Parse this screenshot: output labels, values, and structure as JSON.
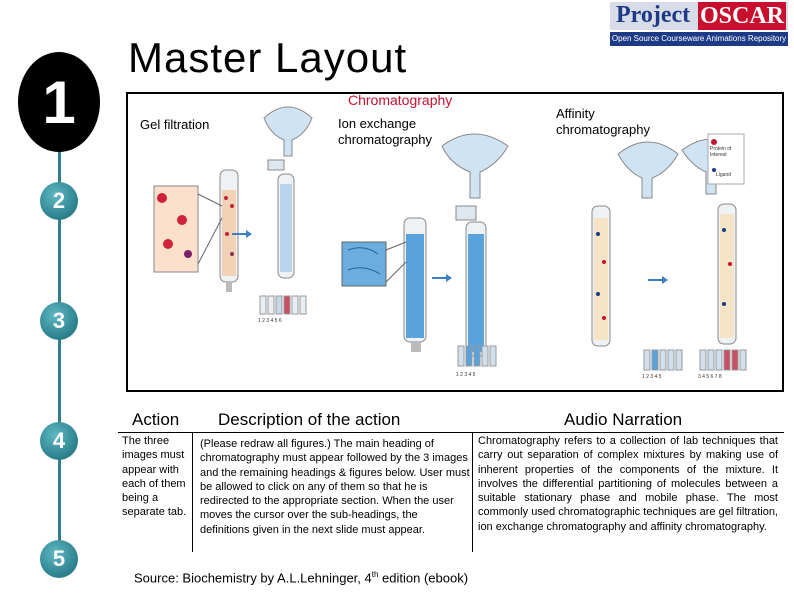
{
  "slide": {
    "numbers": [
      "1",
      "2",
      "3",
      "4",
      "5"
    ],
    "title": "Master Layout"
  },
  "logo": {
    "name_part1": "Project",
    "name_part2": "OSCAR",
    "tagline": "Open Source Courseware Animations Repository"
  },
  "figure": {
    "main_heading": "Chromatography",
    "labels": {
      "gel": "Gel filtration",
      "ion": "Ion exchange chromatography",
      "affinity": "Affinity chromatography"
    },
    "legend": {
      "protein": "Protein of Interest",
      "ligand": "Ligand"
    },
    "tube_numbers_gel": "1 2 3 4 5 6",
    "tube_numbers_ion": "1 2 3 4 5",
    "tube_numbers_aff1": "1 2 3 4 5",
    "tube_numbers_aff2": "3 4 5 6 7 8"
  },
  "table": {
    "headers": {
      "action": "Action",
      "description": "Description of the action",
      "audio": "Audio Narration"
    },
    "action_text": "The three images must appear with each of them being a separate tab.",
    "description_text": "(Please redraw all figures.) The main heading of chromatography must appear followed by the 3 images and the remaining headings & figures below. User must be allowed to click on any of them so that he is redirected to the appropriate section. When the user moves the cursor over the sub-headings, the definitions given in the next slide must appear.",
    "audio_text": "Chromatography refers to a collection of lab techniques that carry out separation of complex mixtures by making use of inherent properties of the components of the mixture. It involves the differential partitioning of molecules between a suitable stationary phase and mobile phase. The most commonly used chromatographic techniques are gel filtration, ion exchange chromatography and affinity chromatography."
  },
  "source": {
    "prefix": "Source: Biochemistry by A.L.Lehninger, 4",
    "sup": "th",
    "suffix": " edition (ebook)"
  },
  "colors": {
    "rail": "#2f7f8a",
    "heading_red": "#c8102e",
    "column_blue": "#5aa2db",
    "logo_blue": "#1c3a86"
  }
}
